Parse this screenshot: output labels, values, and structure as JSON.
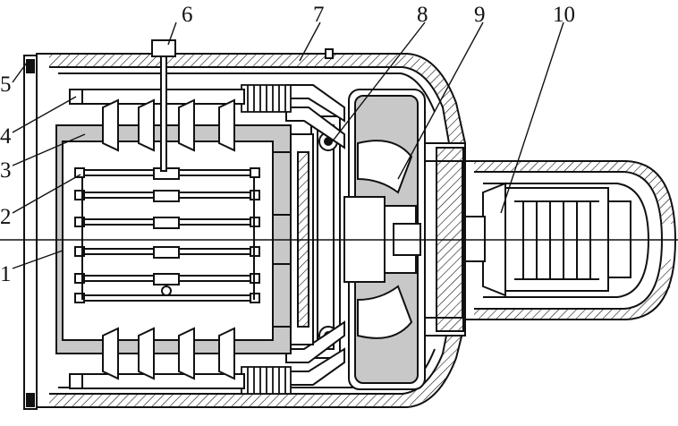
{
  "callouts": {
    "c1": "1",
    "c2": "2",
    "c3": "3",
    "c4": "4",
    "c5": "5",
    "c6": "6",
    "c7": "7",
    "c8": "8",
    "c9": "9",
    "c10": "10"
  },
  "colors": {
    "line": "#111111",
    "fill_grey": "#c8c8c8",
    "background": "#ffffff"
  }
}
